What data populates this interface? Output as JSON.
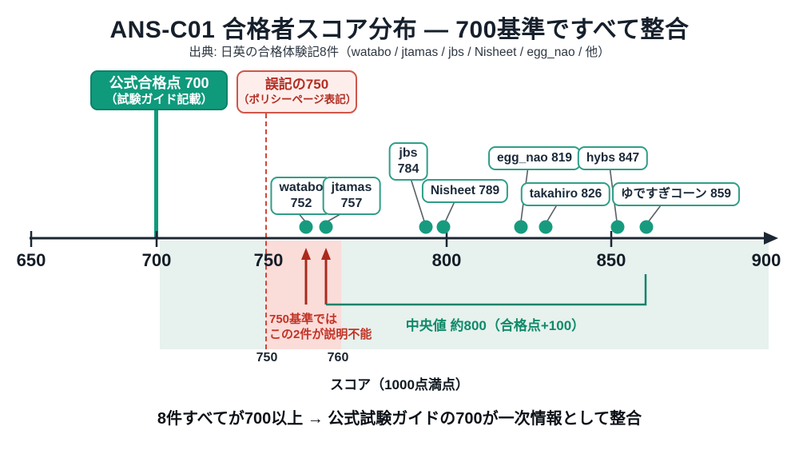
{
  "title": "ANS-C01 合格者スコア分布 — 700基準ですべて整合",
  "subtitle": "出典: 日英の合格体験記8件（watabo / jtamas / jbs / Nisheet / egg_nao / 他）",
  "official_box": {
    "line1": "公式合格点 700",
    "line2": "（試験ガイド記載）"
  },
  "mistake_box": {
    "line1": "誤記の750",
    "line2": "（ポリシーページ表記）"
  },
  "annotations": {
    "red_line1": "750基準では",
    "red_line2": "この2件が説明不能",
    "green_label": "中央値 約800（合格点+100）",
    "band_750": "750",
    "band_760": "760"
  },
  "axis_caption": "スコア（1000点満点）",
  "footer": "8件すべてが700以上 → 公式試験ガイドの700が一次情報として整合",
  "colors": {
    "teal": "#0f9a7c",
    "dot": "#179b7f",
    "box_border": "#2f9e88",
    "red": "#c23325",
    "arrow_red": "#ab2a1c",
    "green_bracket": "#15826a",
    "axis": "#1c2733",
    "mint_band": "#e7f1ee",
    "pink_band": "#fadcd9"
  },
  "chart_data": {
    "type": "scatter",
    "xlabel": "スコア（1000点満点）",
    "xlim": [
      650,
      900
    ],
    "x_ticks": [
      "650",
      "700",
      "750",
      "800",
      "850",
      "900"
    ],
    "points": [
      {
        "name": "watabo",
        "score": 752
      },
      {
        "name": "jtamas",
        "score": 757
      },
      {
        "name": "jbs",
        "score": 784
      },
      {
        "name": "Nisheet",
        "score": 789
      },
      {
        "name": "egg_nao",
        "score": 819
      },
      {
        "name": "takahiro",
        "score": 826
      },
      {
        "name": "hybs",
        "score": 847
      },
      {
        "name": "ゆですぎコーン",
        "score": 859
      }
    ],
    "reference_lines": [
      {
        "value": 700,
        "label": "公式合格点 700（試験ガイド記載）",
        "style": "solid-teal"
      },
      {
        "value": 750,
        "label": "誤記の750（ポリシーページ表記）",
        "style": "dashed-red"
      }
    ],
    "highlight_band": {
      "from": 750,
      "to": 760,
      "labels": [
        "750",
        "760"
      ],
      "note": "750基準ではこの2件が説明不能"
    },
    "median_bracket": {
      "from": 757,
      "to": 859,
      "label": "中央値 約800（合格点+100）"
    }
  }
}
